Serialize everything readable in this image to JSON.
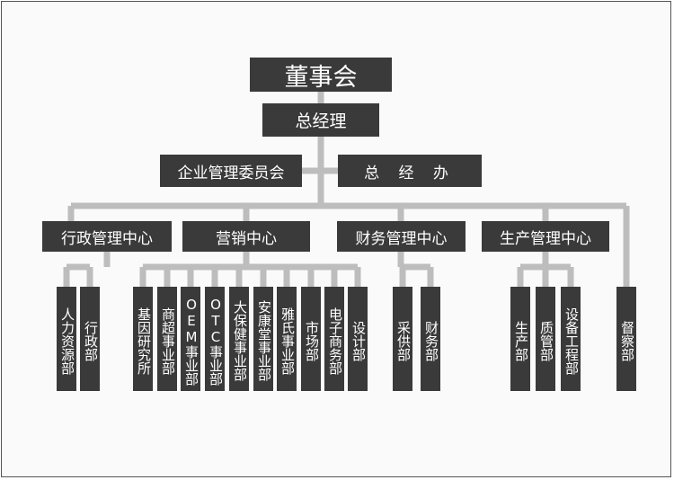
{
  "chart": {
    "root": "董事会",
    "general_manager": "总经理",
    "staff_left": "企业管理委员会",
    "staff_right": "总  经  办",
    "centers": [
      {
        "name": "行政管理中心",
        "departments": [
          "人力资源部",
          "行政部"
        ]
      },
      {
        "name": "营销中心",
        "departments": [
          "基因研究所",
          "商超事业部",
          "OEM事业部",
          "OTC事业部",
          "大保健事业部",
          "安康堂事业部",
          "雅氏事业部",
          "市场部",
          "电子商务部",
          "设计部"
        ]
      },
      {
        "name": "财务管理中心",
        "departments": [
          "采供部",
          "财务部"
        ]
      },
      {
        "name": "生产管理中心",
        "departments": [
          "生产部",
          "质管部",
          "设备工程部"
        ]
      }
    ],
    "direct": "督察部"
  },
  "colors": {
    "box": "#3a3a3a",
    "line": "#bdbdbd",
    "text": "#ffffff"
  }
}
